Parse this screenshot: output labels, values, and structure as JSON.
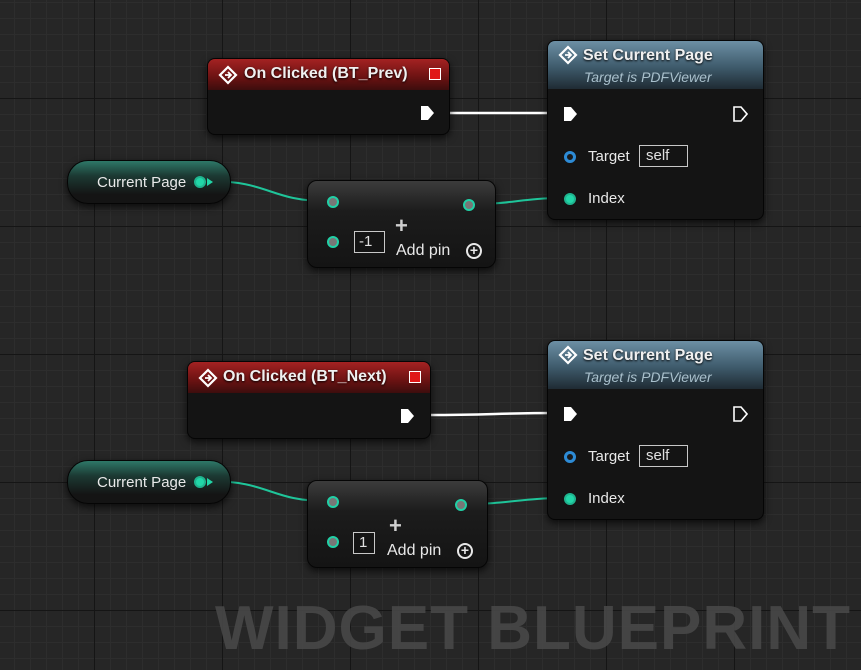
{
  "graph": {
    "type_label": "WIDGET BLUEPRINT",
    "prev_group": {
      "event_node": {
        "title": "On Clicked (BT_Prev)"
      },
      "var_node": {
        "label": "Current Page"
      },
      "math_node": {
        "operand_value": "-1",
        "add_pin_label": "Add pin"
      },
      "set_node": {
        "title": "Set Current Page",
        "subtitle": "Target is PDFViewer",
        "target_label": "Target",
        "target_value": "self",
        "index_label": "Index"
      }
    },
    "next_group": {
      "event_node": {
        "title": "On Clicked (BT_Next)"
      },
      "var_node": {
        "label": "Current Page"
      },
      "math_node": {
        "operand_value": "1",
        "add_pin_label": "Add pin"
      },
      "set_node": {
        "title": "Set Current Page",
        "subtitle": "Target is PDFViewer",
        "target_label": "Target",
        "target_value": "self",
        "index_label": "Index"
      }
    }
  },
  "colors": {
    "event_header": "#8f1c1c",
    "function_header": "#55788c",
    "integer_pin": "#22d6a8",
    "object_pin": "#2d8bd6",
    "exec_wire": "#ffffff",
    "integer_wire": "#1fc59a"
  },
  "icons": {
    "event": "event-diamond-icon",
    "function": "function-diamond-icon",
    "delegate": "delegate-square-icon",
    "exec": "exec-arrow-icon",
    "add": "add-circle-icon"
  }
}
